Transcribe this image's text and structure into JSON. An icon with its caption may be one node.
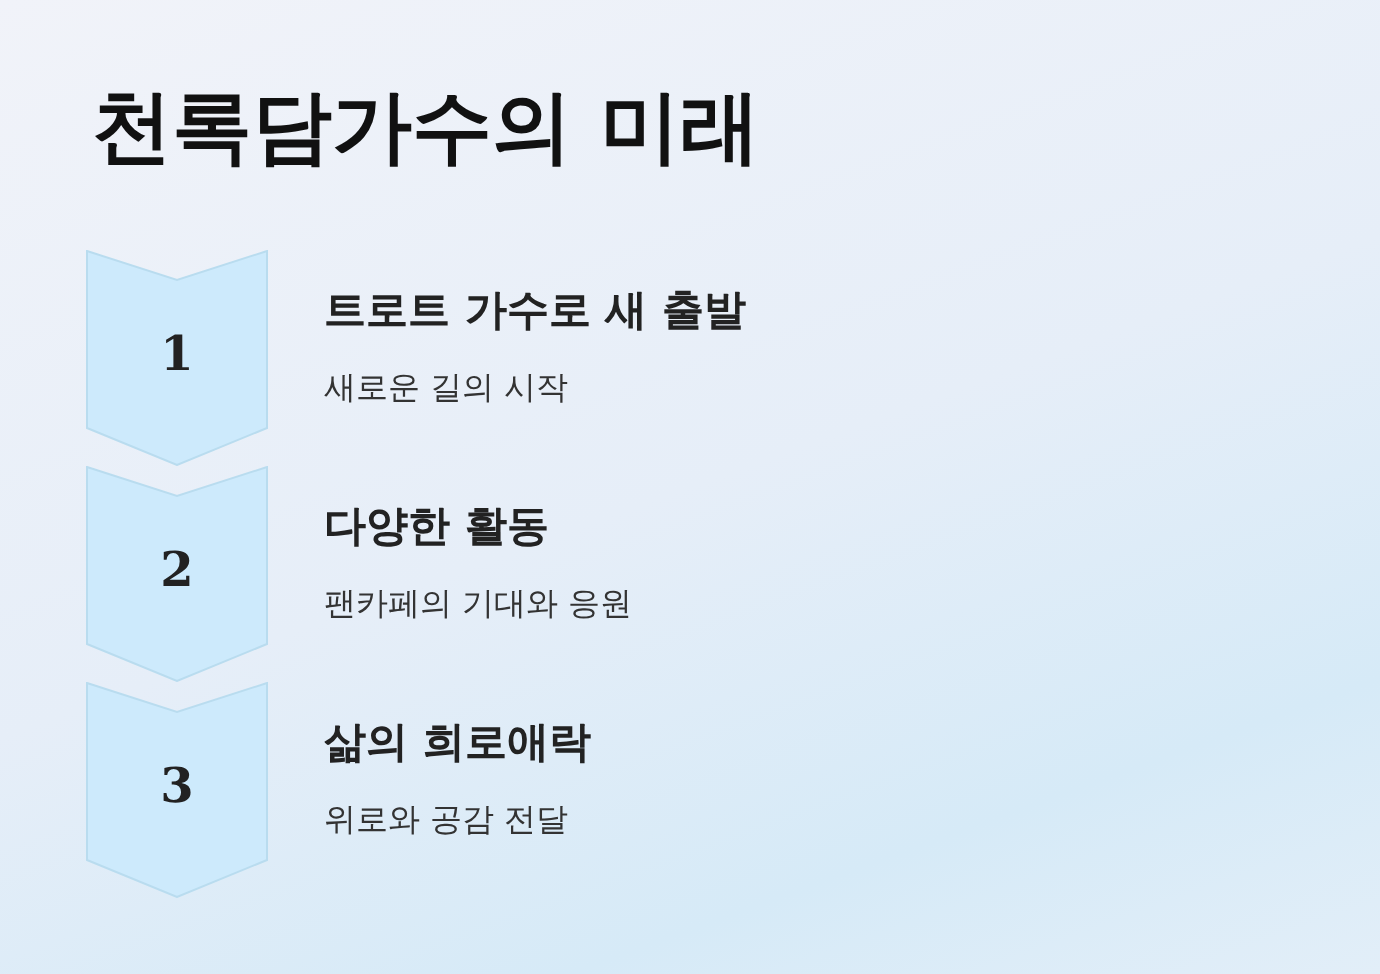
{
  "diagram": {
    "title": "천록담가수의 미래",
    "nodes": [
      {
        "text": [
          "1"
        ],
        "beside": [
          "트로트 가수로 새 출발",
          "새로운 길의 시작"
        ]
      },
      {
        "text": [
          "2"
        ],
        "beside": [
          "다양한 활동",
          "팬카페의 기대와 응원"
        ]
      },
      {
        "text": [
          "3"
        ],
        "beside": [
          "삶의 희로애락",
          "위로와 공감 전달"
        ]
      }
    ]
  }
}
